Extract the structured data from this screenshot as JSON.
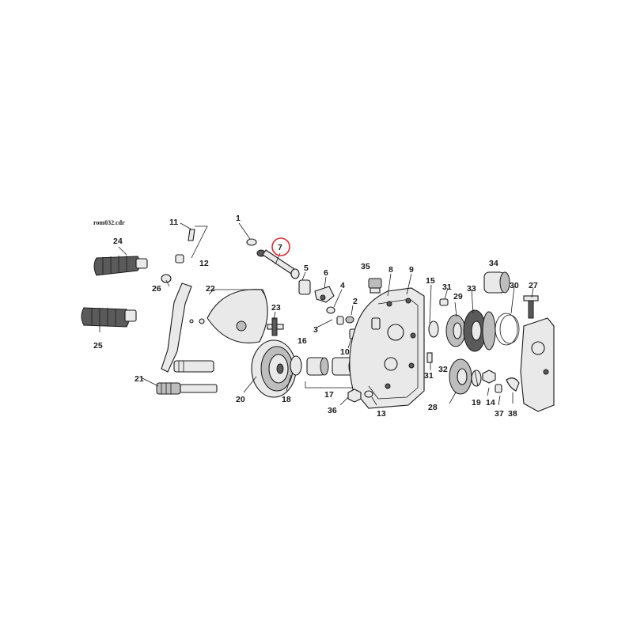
{
  "diagram": {
    "filename_label": "rom032.cdr",
    "highlight_color": "#e0282e",
    "line_color": "#1a1a1a",
    "highlighted_callout": "7",
    "callouts": [
      "1",
      "2",
      "3",
      "4",
      "5",
      "6",
      "7",
      "8",
      "9",
      "10",
      "11",
      "12",
      "13",
      "14",
      "15",
      "16",
      "17",
      "18",
      "19",
      "20",
      "21",
      "22",
      "23",
      "24",
      "25",
      "26",
      "27",
      "28",
      "29",
      "30",
      "31",
      "31",
      "32",
      "33",
      "34",
      "35",
      "36",
      "37",
      "38"
    ]
  }
}
